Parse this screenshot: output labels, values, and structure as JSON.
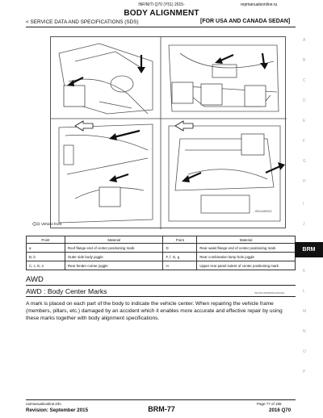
{
  "header": {
    "center": "INFINITI Q70 (Y51) 2015-",
    "right": "repmanualsonline.ru",
    "title": "BODY ALIGNMENT",
    "section": "< SERVICE DATA AND SPECIFICATIONS (SDS)",
    "scope": "[FOR USA AND CANADA SEDAN]"
  },
  "figure": {
    "id": "JSKIA0850ZZ",
    "legend": "Vehicle front"
  },
  "table": {
    "headers": [
      "Point",
      "Material",
      "Point",
      "Material"
    ],
    "rows": [
      [
        "a",
        "Roof flange end of center positioning mark",
        "D",
        "Rear waist flange end of center positioning mark"
      ],
      [
        "B, b",
        "Outer side body joggle",
        "F, f, G, g",
        "Rear combination lamp hole joggle"
      ],
      [
        "C, c, E, e",
        "Rear fender corner joggle",
        "H",
        "Upper rear panel indent of center positioning mark"
      ]
    ]
  },
  "awd": {
    "heading": "AWD",
    "subheading": "AWD : Body Center Marks",
    "id": "INFOID:0000000012320101",
    "paragraph": "A mark is placed on each part of the body to indicate the vehicle center. When repairing the vehicle frame (members, pillars, etc.) damaged by an accident which it enables more accurate and effective repair by using these marks together with body alignment specifications."
  },
  "footer": {
    "left_small": "carmanualsonline.info",
    "left": "Revision: September 2015",
    "center": "BRM-77",
    "right_small": "Page 77 of 186",
    "right": "2016 Q70"
  },
  "side_index": {
    "letters": [
      "A",
      "B",
      "C",
      "D",
      "E",
      "F",
      "G",
      "H",
      "I",
      "J",
      "K",
      "L",
      "M",
      "N",
      "O",
      "P"
    ],
    "tab": "BRM"
  }
}
